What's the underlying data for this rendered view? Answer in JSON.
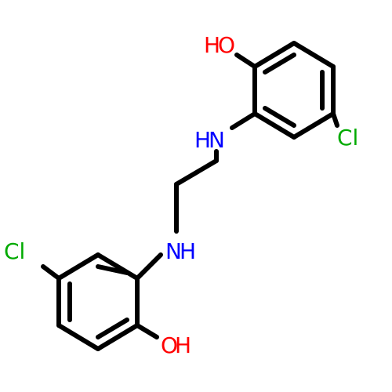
{
  "colors": {
    "bond": "#000000",
    "oxygen": "#ff0000",
    "nitrogen": "#0000ff",
    "chlorine": "#00aa00"
  },
  "atoms": {
    "oh_top": {
      "h": "H",
      "o": "O"
    },
    "nh_top": {
      "h": "H",
      "n": "N"
    },
    "nh_bottom": {
      "n": "N",
      "h": "H"
    },
    "oh_bottom": {
      "o": "O",
      "h": "H"
    },
    "cl_right": "Cl",
    "cl_left": "Cl"
  }
}
